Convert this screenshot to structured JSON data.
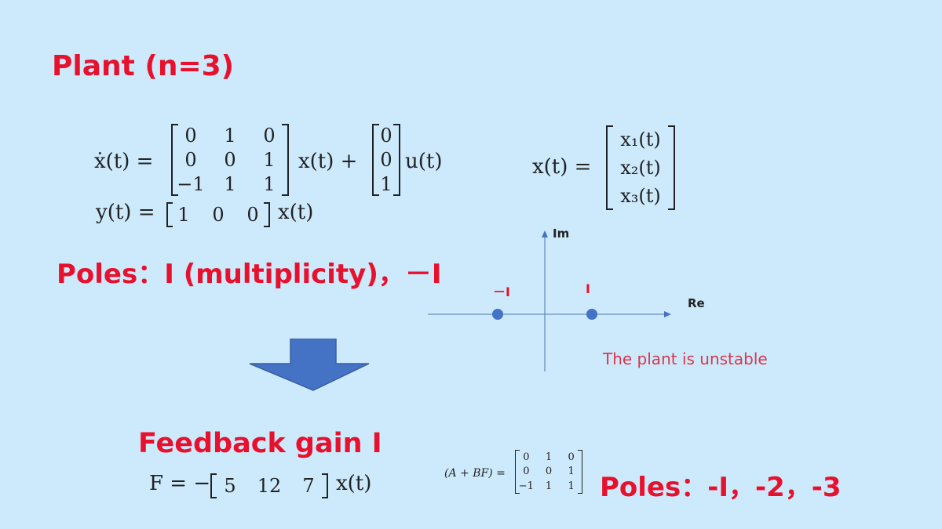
{
  "plant_title": "Plant (n=3)",
  "state_eq": {
    "lhs": "ẋ(t) =",
    "A": [
      [
        "0",
        "1",
        "0"
      ],
      [
        "0",
        "0",
        "1"
      ],
      [
        "−1",
        "1",
        "1"
      ]
    ],
    "mid": "x(t) +",
    "B": [
      [
        "0"
      ],
      [
        "0"
      ],
      [
        "1"
      ]
    ],
    "tail": "u(t)"
  },
  "output_eq": {
    "lhs": "y(t) =",
    "C": [
      "1",
      "0",
      "0"
    ],
    "tail": "x(t)"
  },
  "state_vector": {
    "lhs": "x(t) =",
    "entries": [
      "x₁(t)",
      "x₂(t)",
      "x₃(t)"
    ]
  },
  "plant_poles": "Poles：I (multiplicity)，－I",
  "pole_plot": {
    "im_label": "Im",
    "re_label": "Re",
    "neg_label": "－I",
    "pos_label": "I",
    "poles_re": [
      -1,
      1
    ],
    "marker_color": "#4472c4",
    "caption": "The plant is unstable"
  },
  "arrow_color": "#4472c4",
  "feedback_title": "Feedback gain I",
  "feedback_eq": {
    "lhs": "F = −",
    "K": [
      "5",
      "12",
      "7"
    ],
    "tail": "x(t)"
  },
  "closed_loop": {
    "lhs": "(A + BF) =",
    "M": [
      [
        "0",
        "1",
        "0"
      ],
      [
        "0",
        "0",
        "1"
      ],
      [
        "−1",
        "1",
        "1"
      ]
    ]
  },
  "closed_poles": "Poles：-I，-2，-3"
}
